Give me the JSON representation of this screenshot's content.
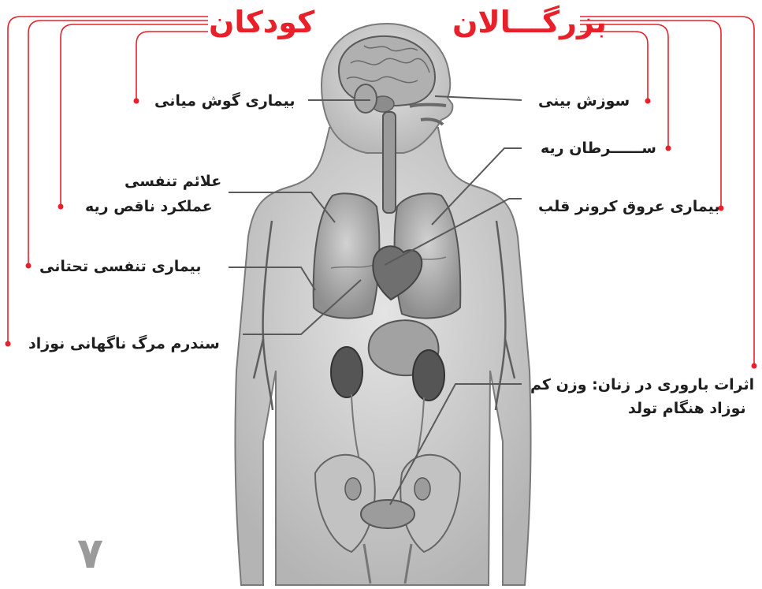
{
  "headings": {
    "adults": "بزرگـــالان",
    "children": "کودکان"
  },
  "children_labels": {
    "middle_ear": "بیماری گوش میانی",
    "respiratory_1": "علائم تنفسی",
    "respiratory_2": "عملکرد ناقص ریه",
    "lower_resp": "بیماری تنفسی تحتانی",
    "sids": "سندرم مرگ ناگهانی نوزاد"
  },
  "adult_labels": {
    "nasal": "سوزش بینی",
    "lung_cancer": "ســــــرطان ریه",
    "heart": "بیماری عروق کرونر قلب",
    "fertility_1": "اثرات باروری در زنان: وزن کم",
    "fertility_2": "نوزاد هنگام تولد"
  },
  "page_number": "۷",
  "colors": {
    "accent": "#e8202a",
    "text": "#1e1e1e",
    "pointer": "#5a5a5a",
    "page_number": "#9a9a9a"
  }
}
